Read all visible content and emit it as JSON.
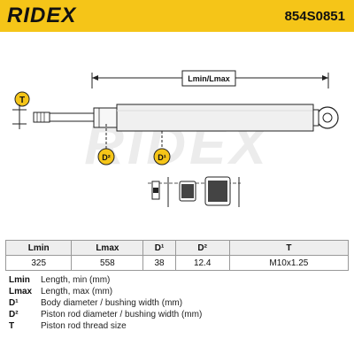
{
  "header": {
    "brand": "RIDEX",
    "part_number": "854S0851"
  },
  "drawing": {
    "dimension_label": "Lmin/Lmax",
    "label_t": "T",
    "label_d2": "D²",
    "label_d1": "D¹",
    "watermark": "RIDEX"
  },
  "table": {
    "headers": [
      "Lmin",
      "Lmax",
      "D¹",
      "D²",
      "T"
    ],
    "values": [
      "325",
      "558",
      "38",
      "12.4",
      "M10x1.25"
    ]
  },
  "legend": [
    {
      "abbr": "Lmin",
      "desc": "Length, min (mm)"
    },
    {
      "abbr": "Lmax",
      "desc": "Length, max (mm)"
    },
    {
      "abbr": "D¹",
      "desc": "Body diameter / bushing width (mm)"
    },
    {
      "abbr": "D²",
      "desc": "Piston rod diameter / bushing width (mm)"
    },
    {
      "abbr": "T",
      "desc": "Piston rod thread size"
    }
  ],
  "colors": {
    "brand_yellow": "#f5c518",
    "body_fill": "#f0f0f0",
    "outline": "#222222"
  }
}
